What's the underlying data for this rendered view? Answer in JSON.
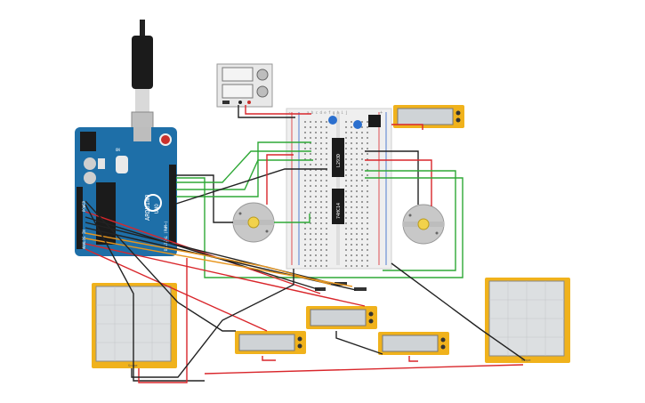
{
  "board": {
    "brand": "ARDUINO",
    "model": "UNO",
    "digital_header": "DIGITAL (PWM~)",
    "power_header": "POWER",
    "analog_header": "ANALOG IN",
    "on_label": "ON"
  },
  "chips": {
    "chip_a": "L293D",
    "chip_b": "74HC14"
  },
  "breadboard": {
    "row_letters": "a b c d e   f g h i j",
    "rail_minus": "-",
    "rail_plus": "+"
  },
  "displays": {
    "oscilloscope_tag": "Scope"
  },
  "colors": {
    "board_blue": "#1e6fa8",
    "wire_red": "#d9262b",
    "wire_black": "#222222",
    "wire_green": "#2ea836",
    "wire_orange": "#e8961e",
    "display_frame": "#f0b21c",
    "motor_gray": "#c8c8c8",
    "motor_shaft": "#f2d24b"
  }
}
